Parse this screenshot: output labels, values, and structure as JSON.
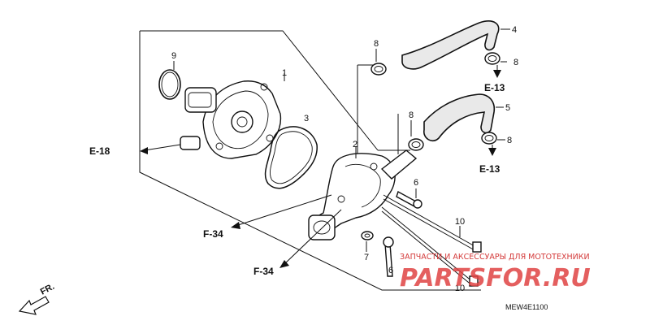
{
  "diagram": {
    "part_numbers": {
      "p1": "1",
      "p2": "2",
      "p3": "3",
      "p4": "4",
      "p5": "5",
      "p6a": "6",
      "p6b": "6",
      "p7": "7",
      "p8a": "8",
      "p8b": "8",
      "p8c": "8",
      "p8d": "8",
      "p9": "9",
      "p10a": "10",
      "p10b": "10"
    },
    "section_refs": {
      "e18": "E-18",
      "e13a": "E-13",
      "e13b": "E-13",
      "f34a": "F-34",
      "f34b": "F-34"
    },
    "front_label": "FR.",
    "diagram_code": "MEW4E1100"
  },
  "watermark": {
    "caption": "ЗАПЧАСТИ И АКСЕССУАРЫ ДЛЯ МОТОТЕХНИКИ",
    "brand": "PARTSFOR.RU",
    "color": "#e04444"
  }
}
